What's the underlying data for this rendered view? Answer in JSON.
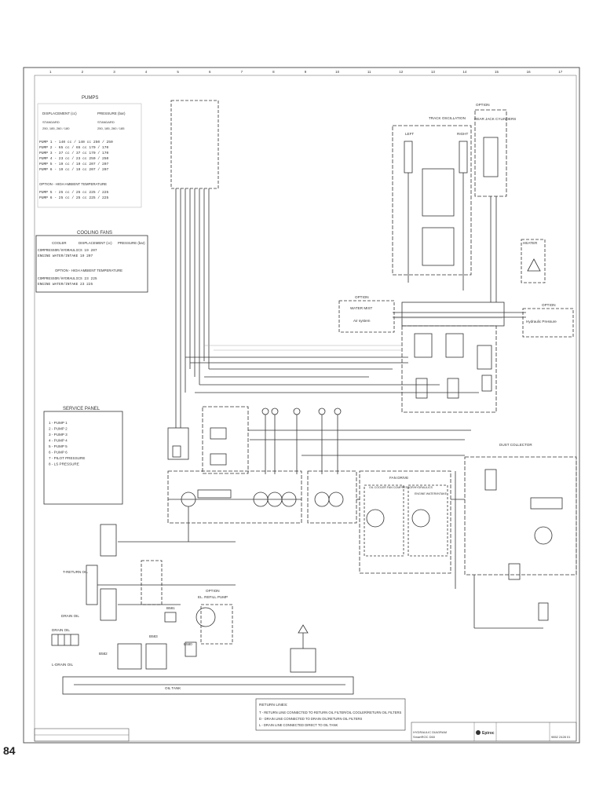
{
  "page_number": "84",
  "columns": [
    "1",
    "2",
    "3",
    "4",
    "5",
    "6",
    "7",
    "8",
    "9",
    "10",
    "11",
    "12",
    "13",
    "14",
    "15",
    "16",
    "17"
  ],
  "pumps": {
    "title": "PUMPS",
    "head1": "DISPLACEMENT (cc)",
    "head2": "PRESSURE (bar)",
    "std_label": "STANDARD",
    "std_values": "250, 185, 260 / 180",
    "std_label2": "STANDARD",
    "std_values2": "250, 185, 260 / 185",
    "rows": [
      "PUMP 1 - 140 cc / 140 cc     250 / 250",
      "PUMP 2 - 65 cc / 65 cc       170 / 170",
      "PUMP 3 - 37 cc / 37 cc       170 / 170",
      "PUMP 4 - 23 cc / 23 cc       250 / 250",
      "PUMP 5 - 19 cc / 19 cc       207 / 207",
      "PUMP 6 - 19 cc / 19 cc       207 / 207"
    ],
    "option_label": "OPTION - HIGH AMBIENT TEMPERATURE",
    "option_rows": [
      "PUMP 5 - 25 cc / 25 cc       225 / 225",
      "PUMP 6 - 25 cc / 25 cc       225 / 225"
    ]
  },
  "cooling": {
    "title": "COOLING FANS",
    "head1": "COOLER",
    "head2": "DISPLACEMENT (cc)",
    "head3": "PRESSURE (bar)",
    "rows": [
      "COMPRESSOR/HYDRAULICS        19        207",
      "ENGINE WATER/INTAKE          19        207"
    ],
    "option_label": "OPTION - HIGH AMBIENT TEMPERATURE",
    "option_rows": [
      "COMPRESSOR/HYDRAULICS        23        225",
      "ENGINE WATER/INTAKE          23        225"
    ]
  },
  "service": {
    "title": "SERVICE PANEL",
    "items": [
      "1 - PUMP 1",
      "2 - PUMP 2",
      "3 - PUMP 3",
      "4 - PUMP 4",
      "5 - PUMP 5",
      "6 - PUMP 6",
      "7 - PILOT PRESSURE",
      "8 - LS PRESSURE"
    ]
  },
  "labels": {
    "track_oscillation": "TRACK OSCILLATION",
    "left": "LEFT",
    "right": "RIGHT",
    "rear_jack": "REAR JACK CYLINDERS",
    "option": "OPTION",
    "water_mist": "WATER MIST",
    "air_system": "Air system",
    "option2": "OPTION",
    "hydraulic": "Hydraulic Pressure",
    "option3": "OPTION",
    "heater": "HEATER",
    "dust": "DUST COLLECTOR",
    "fan_drive": "FAN DRIVE",
    "oil_cooler_a": "OIL COOLER FAN COMPRESSOR/HYDRAULICS",
    "oil_cooler_b": "ENGINE WATER/INTAKE",
    "option_el": "OPTION",
    "el_refill": "EL. REFILL PUMP",
    "return_oil": "T-RETURN OIL",
    "return_drain": "DRAIN OIL",
    "l_drain": "L-DRAIN OIL",
    "oil_tank": "OIL TANK",
    "b582": "B582",
    "b583": "B583",
    "b580": "B580",
    "b581": "B581"
  },
  "return_lines": {
    "title": "RETURN LINES:",
    "l1": "T - RETURN LINE CONNECTED TO RETURN OIL FILTER/OIL COOLER/RETURN OIL FILTERS",
    "l2": "D - DRAIN LINE CONNECTED TO DRAIN OIL/RETURN OIL FILTERS",
    "l3": "L - DRAIN LINE CONNECTED DIRECT TO OIL TANK"
  },
  "title_block": {
    "drawing": "HYDRAULIC DIAGRAM",
    "machine": "SmartROC D60",
    "brand": "Epiroc",
    "doc_no": "9852 2428 01"
  }
}
